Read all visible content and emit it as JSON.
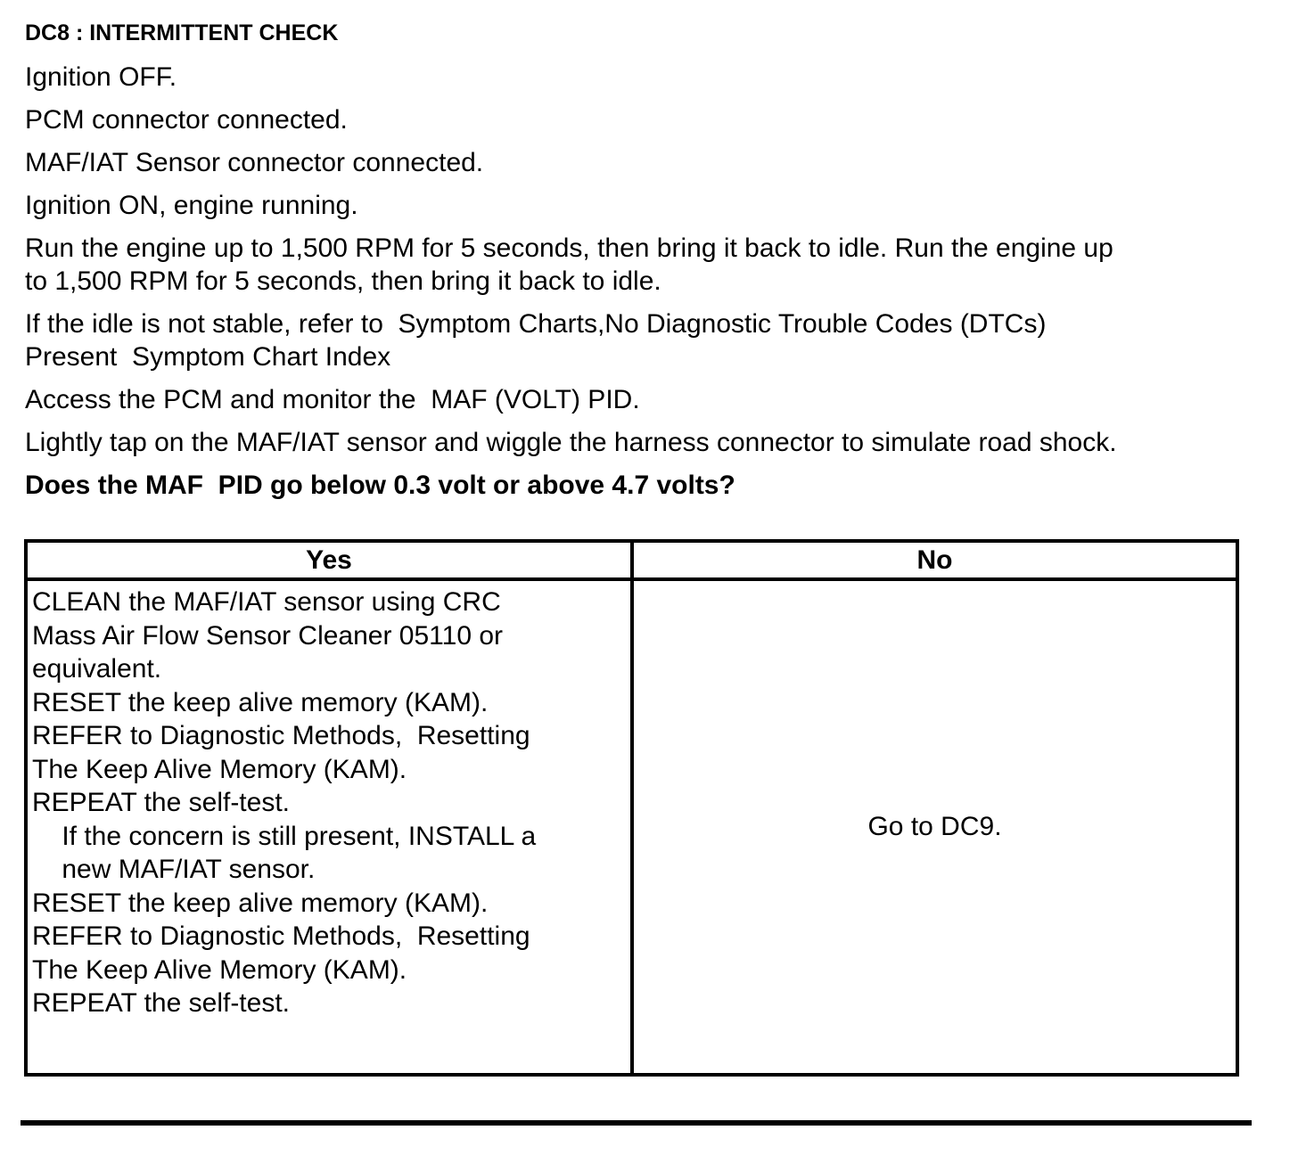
{
  "doc": {
    "title": "DC8 : INTERMITTENT CHECK",
    "steps": [
      "Ignition OFF.",
      "PCM connector connected.",
      "MAF/IAT Sensor connector connected.",
      "Ignition ON, engine running.",
      "Run the engine up to 1,500 RPM for 5 seconds, then bring it back to idle. Run the engine up\nto 1,500 RPM for 5 seconds, then bring it back to idle.",
      "If the idle is not stable, refer to  Symptom Charts,No Diagnostic Trouble Codes (DTCs)\nPresent  Symptom Chart Index",
      "Access the PCM and monitor the  MAF (VOLT) PID.",
      "Lightly tap on the MAF/IAT sensor and wiggle the harness connector to simulate road shock."
    ],
    "question": "Does the MAF  PID go below 0.3 volt or above 4.7 volts?",
    "table": {
      "headers": [
        "Yes",
        "No"
      ],
      "yes_action": "CLEAN the MAF/IAT sensor using CRC\nMass Air Flow Sensor Cleaner 05110 or\nequivalent.\nRESET the keep alive memory (KAM).\nREFER to Diagnostic Methods,  Resetting\nThe Keep Alive Memory (KAM).\nREPEAT the self-test.\n    If the concern is still present, INSTALL a\n    new MAF/IAT sensor.\nRESET the keep alive memory (KAM).\nREFER to Diagnostic Methods,  Resetting\nThe Keep Alive Memory (KAM).\nREPEAT the self-test.",
      "no_action": "Go to DC9."
    },
    "colors": {
      "text": "#000000",
      "background": "#ffffff",
      "border": "#000000"
    }
  }
}
